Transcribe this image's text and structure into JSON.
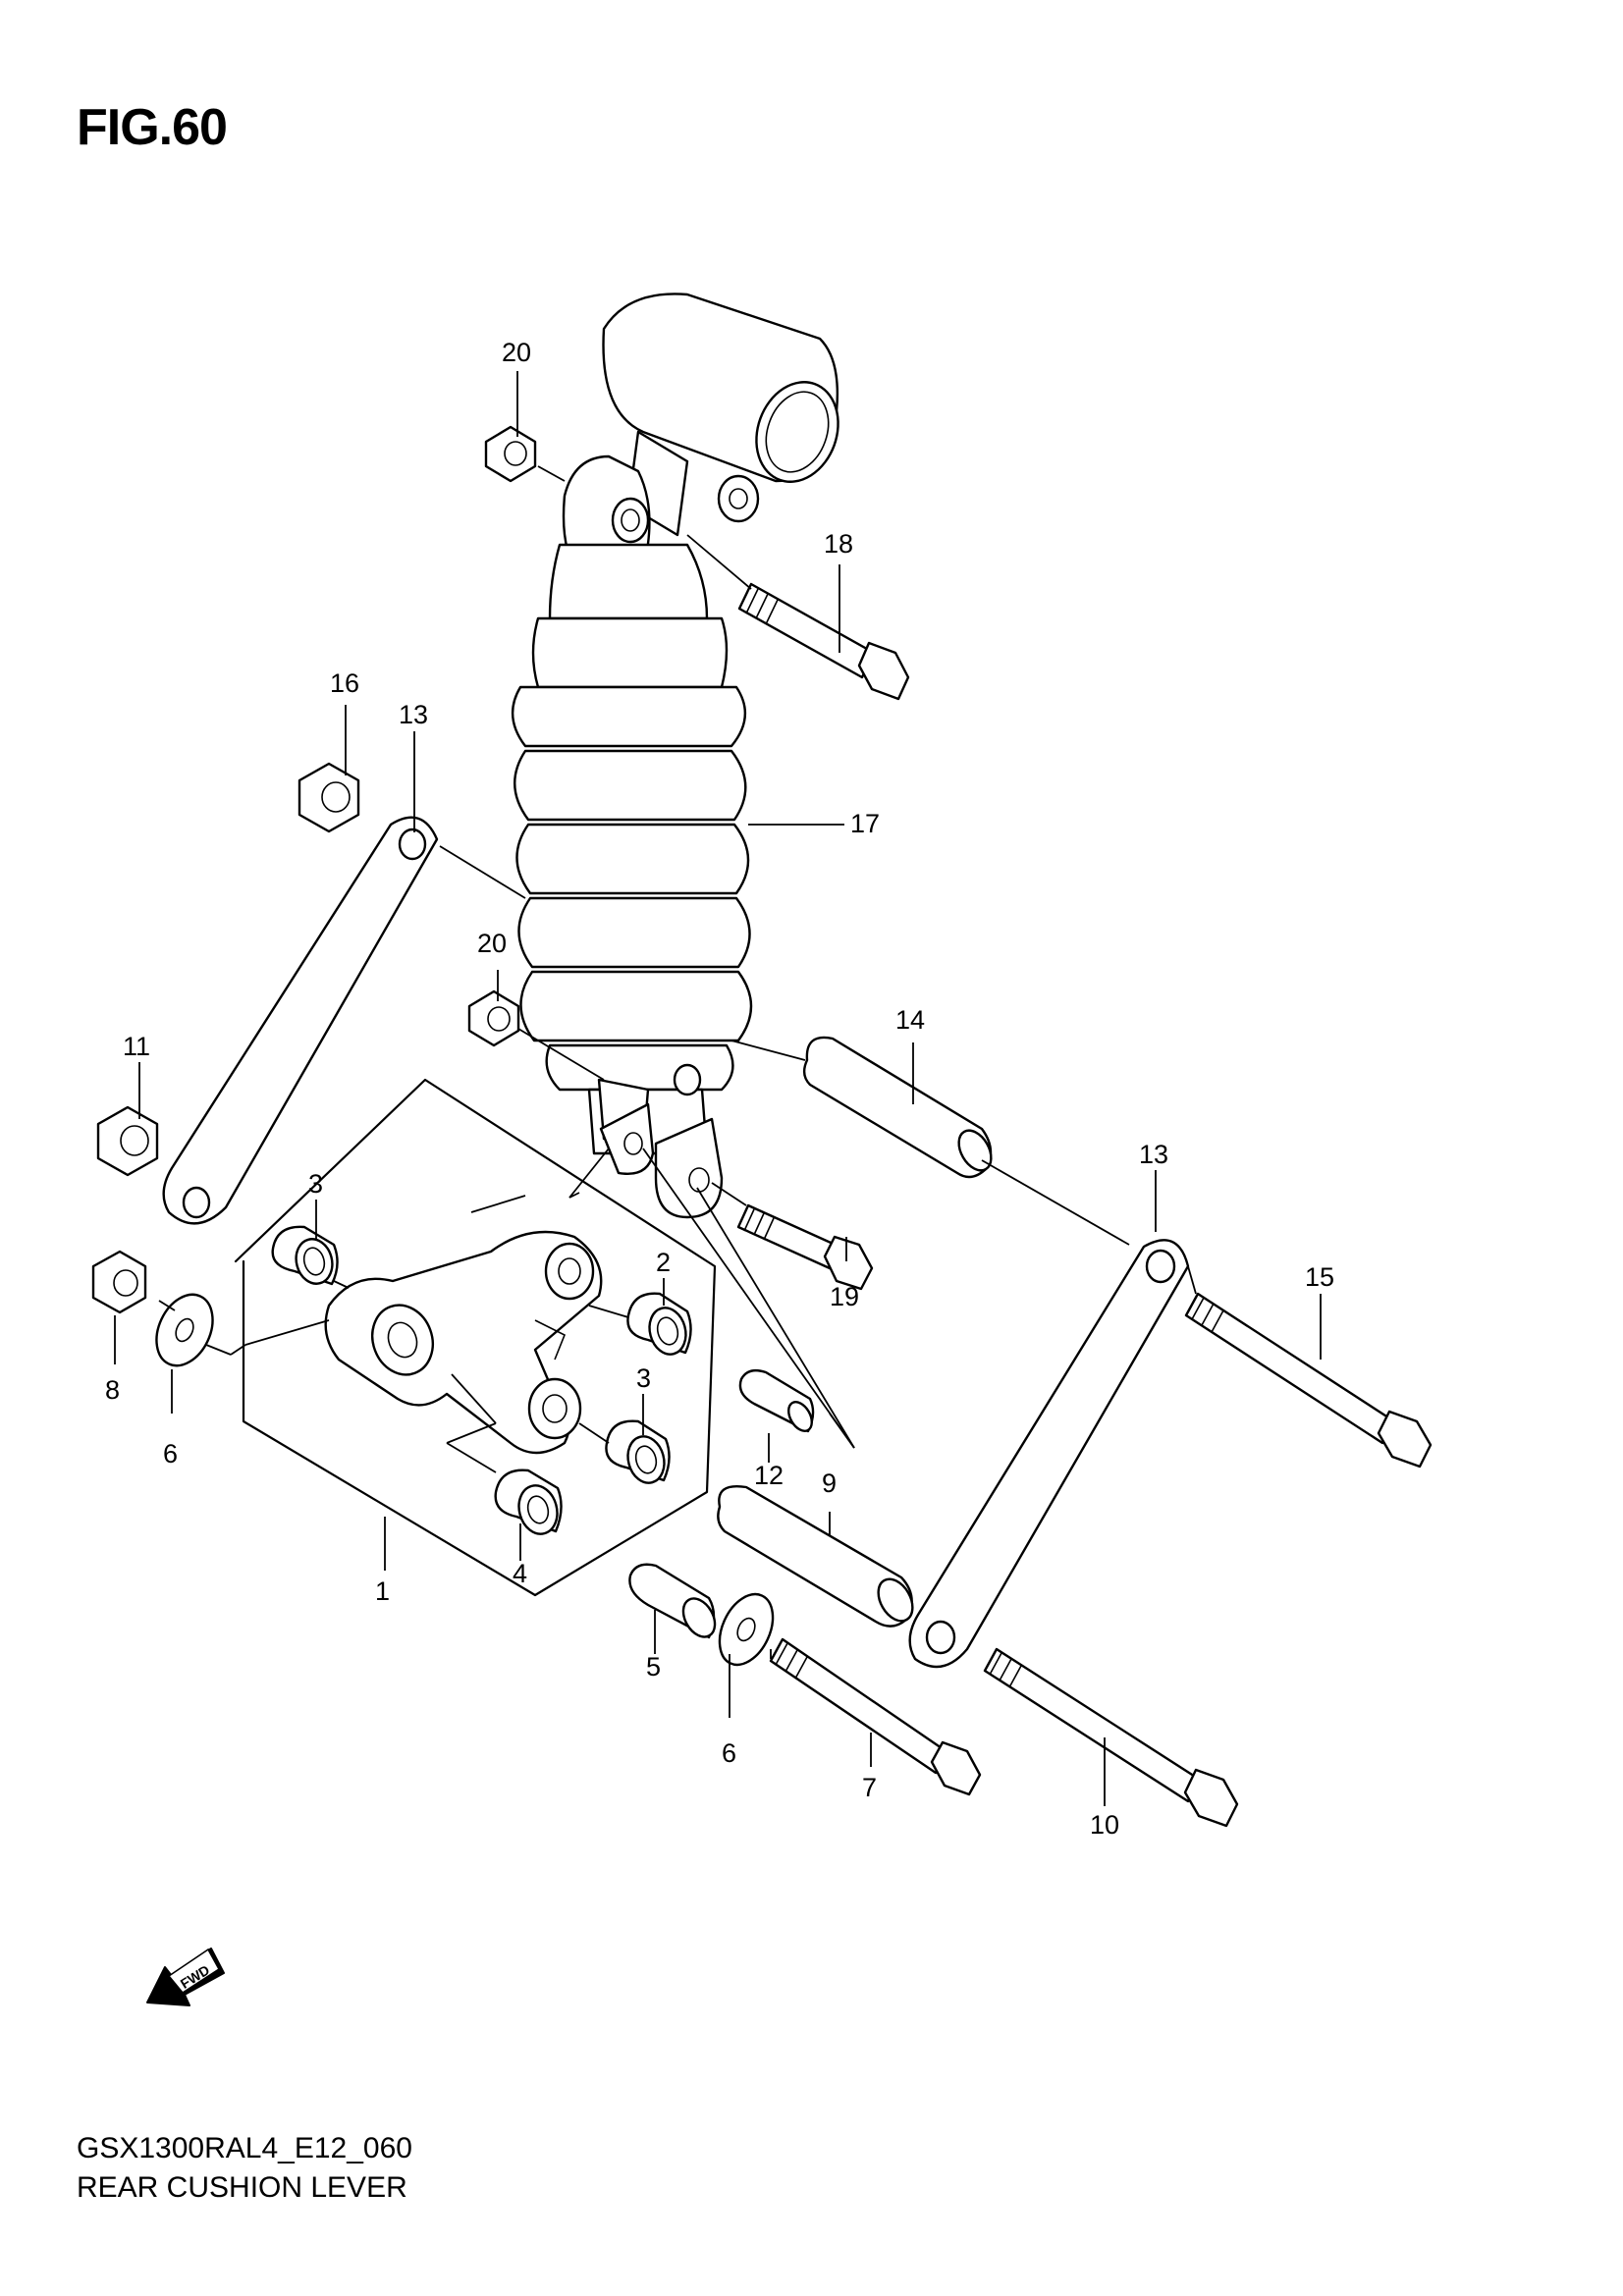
{
  "figure": {
    "title": "FIG.60",
    "code": "GSX1300RAL4_E12_060",
    "name": "REAR CUSHION LEVER",
    "fwd_label": "FWD"
  },
  "callouts": {
    "c1": "1",
    "c2": "2",
    "c3a": "3",
    "c3b": "3",
    "c4": "4",
    "c5": "5",
    "c6a": "6",
    "c6b": "6",
    "c7": "7",
    "c8": "8",
    "c9": "9",
    "c10": "10",
    "c11": "11",
    "c12": "12",
    "c13a": "13",
    "c13b": "13",
    "c14": "14",
    "c15": "15",
    "c16": "16",
    "c17": "17",
    "c18": "18",
    "c19": "19",
    "c20a": "20",
    "c20b": "20"
  },
  "icons": {
    "fwd": "fwd-arrow-icon"
  }
}
